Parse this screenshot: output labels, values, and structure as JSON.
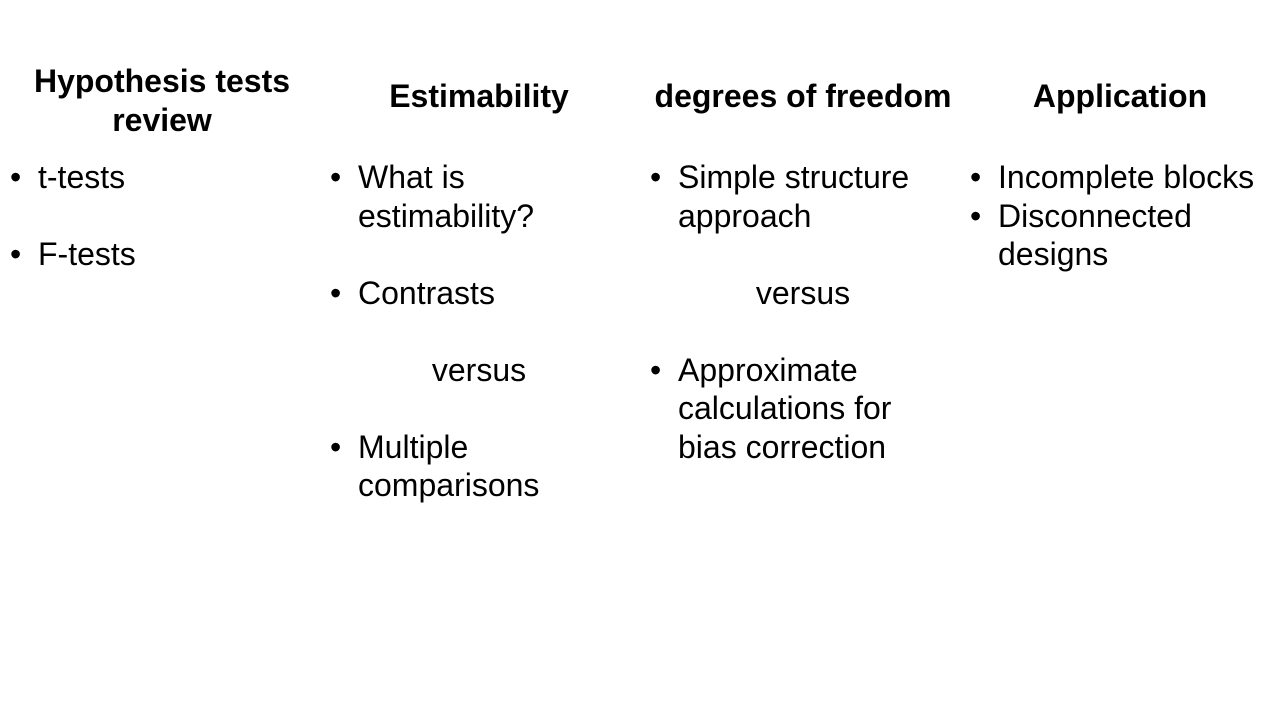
{
  "slide": {
    "background_color": "#ffffff",
    "text_color": "#000000",
    "bullet_glyph": "•"
  },
  "columns": [
    {
      "title": "Hypothesis tests\nreview",
      "items": [
        {
          "marker": "•",
          "text": "t-tests"
        },
        {
          "marker": "•",
          "text": "F-tests"
        }
      ]
    },
    {
      "title": "Estimability",
      "items": [
        {
          "marker": "•",
          "text": "What is\nestimability?"
        },
        {
          "marker": "•",
          "text": "Contrasts"
        },
        {
          "marker": "",
          "text": "versus"
        },
        {
          "marker": "•",
          "text": "Multiple\ncomparisons"
        }
      ]
    },
    {
      "title": "degrees of freedom",
      "items": [
        {
          "marker": "•",
          "text": "Simple structure\napproach"
        },
        {
          "marker": "",
          "text": "versus"
        },
        {
          "marker": "•",
          "text": "Approximate\ncalculations for\nbias correction"
        }
      ]
    },
    {
      "title": "Application",
      "items": [
        {
          "marker": "•",
          "text": "Incomplete blocks"
        },
        {
          "marker": "•",
          "text": "Disconnected\ndesigns"
        }
      ]
    }
  ]
}
